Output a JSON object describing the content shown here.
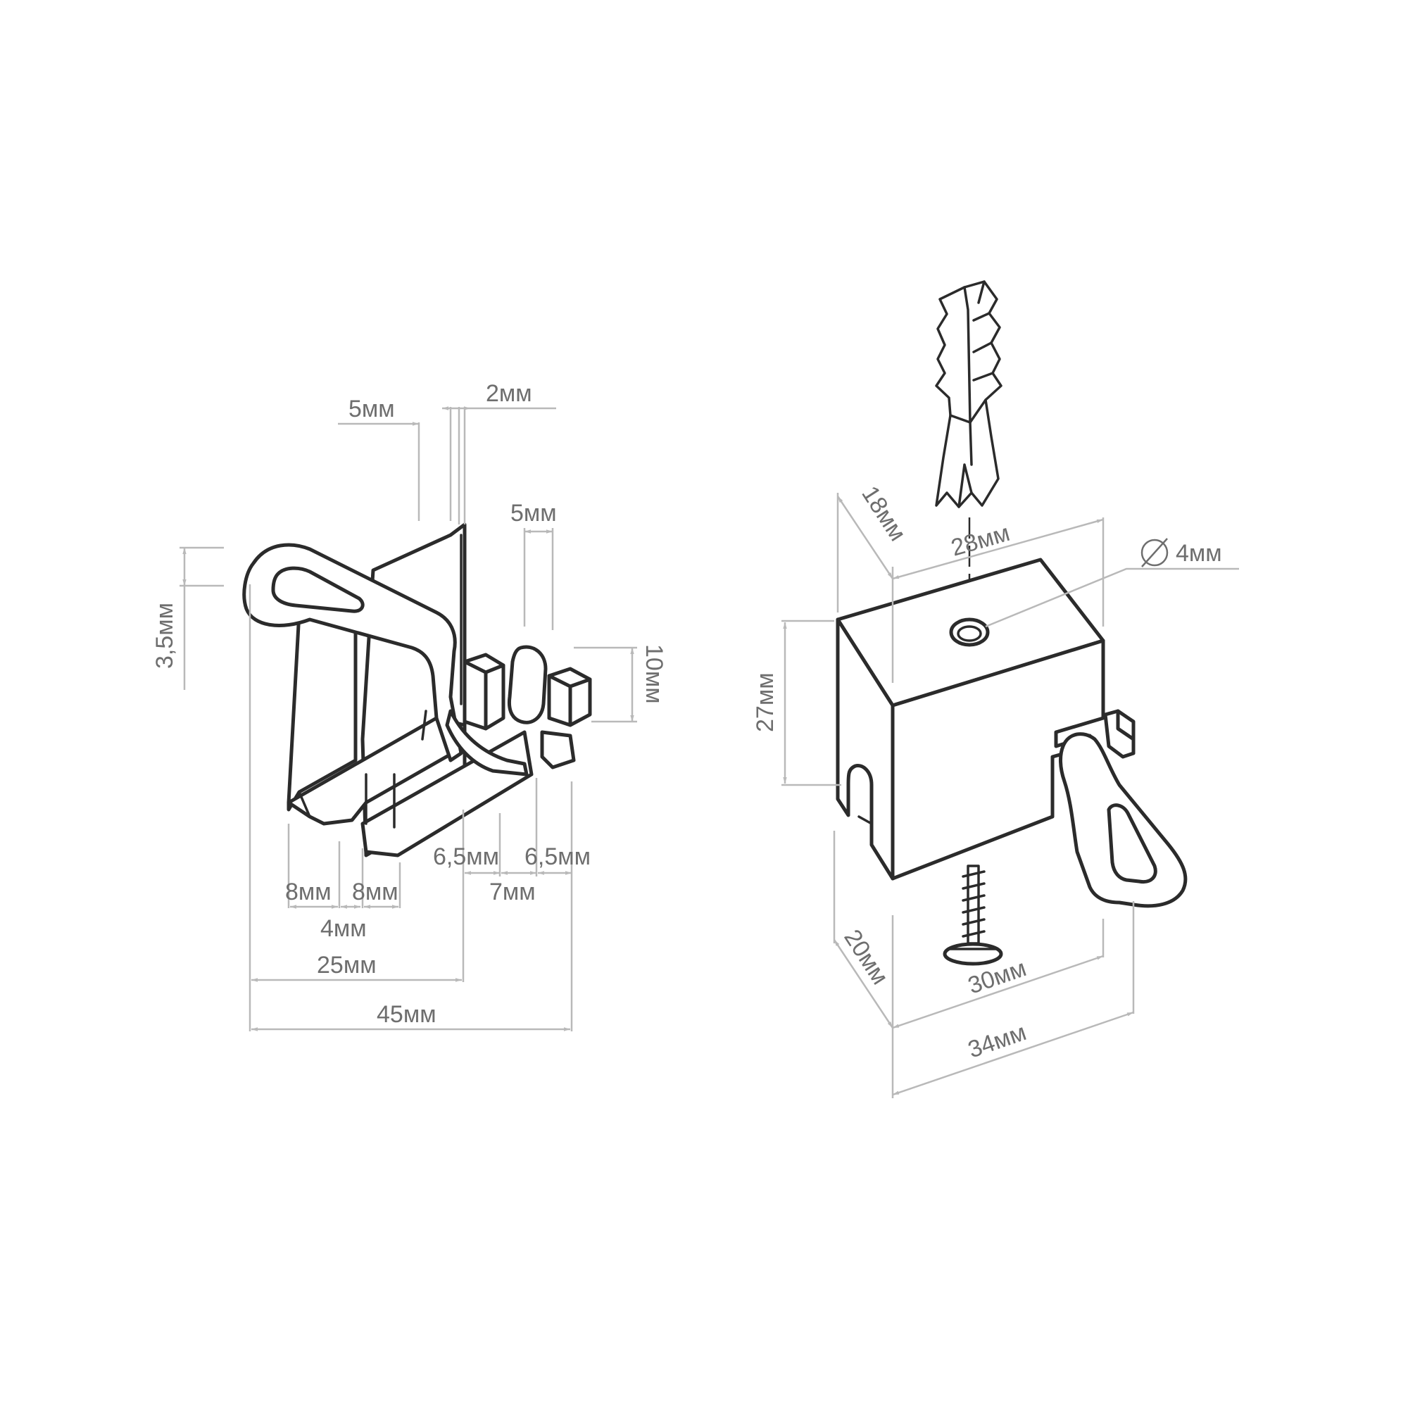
{
  "diagram": {
    "line_color": "#2b2b2b",
    "dimension_color": "#b9b9b9",
    "label_color": "#6e6e6e",
    "side_view": {
      "labels": {
        "top_5": "5мм",
        "top_2": "2мм",
        "right_5": "5мм",
        "left_3_5": "3,5мм",
        "right_10": "10мм",
        "bottom_6_5_a": "6,5мм",
        "bottom_6_5_b": "6,5мм",
        "bottom_8_a": "8мм",
        "bottom_8_b": "8мм",
        "bottom_7": "7мм",
        "bottom_4": "4мм",
        "bottom_25": "25мм",
        "bottom_45": "45мм"
      }
    },
    "iso_view": {
      "labels": {
        "depth_18": "18мм",
        "width_28": "28мм",
        "hole": "4мм",
        "height_27": "27мм",
        "depth_20": "20мм",
        "width_30": "30мм",
        "width_34": "34мм"
      }
    }
  }
}
